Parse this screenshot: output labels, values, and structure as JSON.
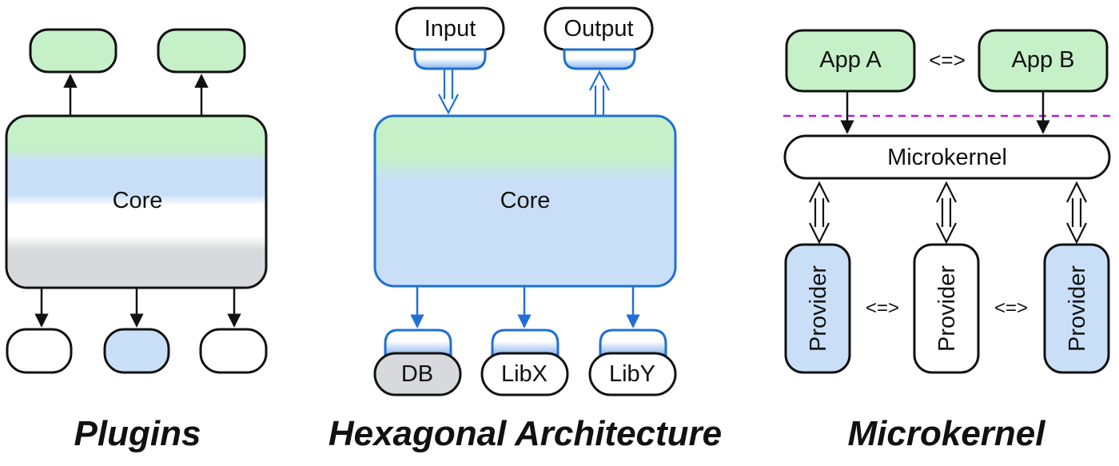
{
  "colors": {
    "green": "#c5f0c8",
    "blue": "#c9dff8",
    "gray": "#d8d9dc",
    "accent_blue": "#1f6fd6",
    "boundary_purple": "#b11fd6",
    "stroke": "#111111"
  },
  "plugins": {
    "core_label": "Core",
    "caption": "Plugins"
  },
  "hexagonal": {
    "input_label": "Input",
    "output_label": "Output",
    "core_label": "Core",
    "db_label": "DB",
    "libx_label": "LibX",
    "liby_label": "LibY",
    "caption": "Hexagonal Architecture"
  },
  "microkernel": {
    "app_a_label": "App A",
    "app_b_label": "App B",
    "exchange_label": "<=>",
    "kernel_label": "Microkernel",
    "provider_label": "Provider",
    "caption": "Microkernel"
  }
}
